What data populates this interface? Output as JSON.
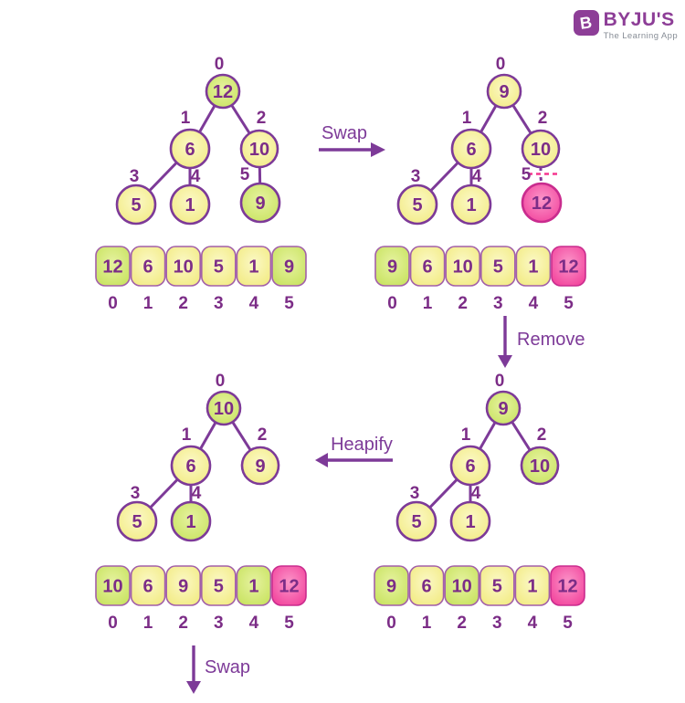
{
  "logo": {
    "icon_letter": "B",
    "brand": "BYJU'S",
    "tagline": "The Learning App"
  },
  "colors": {
    "line": "#7d3a98",
    "text": "#7c2d87",
    "node_border": "#7d3a98",
    "cell_border": "#a25fa9",
    "yellow_center": "#fbf8c6",
    "yellow_edge": "#f2eb82",
    "green_center": "#e6f2a0",
    "green_edge": "#c8e35f",
    "pink_center": "#fb96c9",
    "pink_edge": "#f2419b",
    "pink_border": "#c92c8e",
    "cut_dash": "#f5368f",
    "logo_purple": "#8d3e97",
    "logo_gray": "#878d96"
  },
  "steps": [
    {
      "name": "max-heap",
      "tree": {
        "nodes": [
          {
            "slot": 0,
            "value": "12",
            "color": "green",
            "index": "0"
          },
          {
            "slot": 1,
            "value": "6",
            "color": "yellow",
            "index": "1"
          },
          {
            "slot": 2,
            "value": "10",
            "color": "yellow",
            "index": "2"
          },
          {
            "slot": 3,
            "value": "5",
            "color": "yellow",
            "index": "3"
          },
          {
            "slot": 4,
            "value": "1",
            "color": "yellow",
            "index": "4"
          },
          {
            "slot": 5,
            "value": "9",
            "color": "green",
            "index": "5"
          }
        ],
        "edges": [
          {
            "from": 0,
            "to": 1,
            "style": "solid"
          },
          {
            "from": 0,
            "to": 2,
            "style": "solid"
          },
          {
            "from": 1,
            "to": 3,
            "style": "solid"
          },
          {
            "from": 1,
            "to": 4,
            "style": "solid"
          },
          {
            "from": 2,
            "to": 5,
            "style": "solid"
          }
        ]
      },
      "array": {
        "cells": [
          {
            "value": "12",
            "color": "green"
          },
          {
            "value": "6",
            "color": "yellow"
          },
          {
            "value": "10",
            "color": "yellow"
          },
          {
            "value": "5",
            "color": "yellow"
          },
          {
            "value": "1",
            "color": "yellow"
          },
          {
            "value": "9",
            "color": "green"
          }
        ],
        "indices": [
          "0",
          "1",
          "2",
          "3",
          "4",
          "5"
        ]
      }
    },
    {
      "name": "after-swap",
      "tree": {
        "nodes": [
          {
            "slot": 0,
            "value": "9",
            "color": "yellow",
            "index": "0"
          },
          {
            "slot": 1,
            "value": "6",
            "color": "yellow",
            "index": "1"
          },
          {
            "slot": 2,
            "value": "10",
            "color": "yellow",
            "index": "2"
          },
          {
            "slot": 3,
            "value": "5",
            "color": "yellow",
            "index": "3"
          },
          {
            "slot": 4,
            "value": "1",
            "color": "yellow",
            "index": "4"
          },
          {
            "slot": 5,
            "value": "12",
            "color": "pink",
            "index": "5"
          }
        ],
        "edges": [
          {
            "from": 0,
            "to": 1,
            "style": "solid"
          },
          {
            "from": 0,
            "to": 2,
            "style": "solid"
          },
          {
            "from": 1,
            "to": 3,
            "style": "solid"
          },
          {
            "from": 1,
            "to": 4,
            "style": "solid"
          },
          {
            "from": 2,
            "to": 5,
            "style": "cut"
          }
        ]
      },
      "array": {
        "cells": [
          {
            "value": "9",
            "color": "green"
          },
          {
            "value": "6",
            "color": "yellow"
          },
          {
            "value": "10",
            "color": "yellow"
          },
          {
            "value": "5",
            "color": "yellow"
          },
          {
            "value": "1",
            "color": "yellow"
          },
          {
            "value": "12",
            "color": "pink"
          }
        ],
        "indices": [
          "0",
          "1",
          "2",
          "3",
          "4",
          "5"
        ]
      }
    },
    {
      "name": "after-remove",
      "tree": {
        "nodes": [
          {
            "slot": 0,
            "value": "9",
            "color": "green",
            "index": "0"
          },
          {
            "slot": 1,
            "value": "6",
            "color": "yellow",
            "index": "1"
          },
          {
            "slot": 2,
            "value": "10",
            "color": "green",
            "index": "2"
          },
          {
            "slot": 3,
            "value": "5",
            "color": "yellow",
            "index": "3"
          },
          {
            "slot": 4,
            "value": "1",
            "color": "yellow",
            "index": "4"
          }
        ],
        "edges": [
          {
            "from": 0,
            "to": 1,
            "style": "solid"
          },
          {
            "from": 0,
            "to": 2,
            "style": "solid"
          },
          {
            "from": 1,
            "to": 3,
            "style": "solid"
          },
          {
            "from": 1,
            "to": 4,
            "style": "solid"
          }
        ]
      },
      "array": {
        "cells": [
          {
            "value": "9",
            "color": "green"
          },
          {
            "value": "6",
            "color": "yellow"
          },
          {
            "value": "10",
            "color": "green"
          },
          {
            "value": "5",
            "color": "yellow"
          },
          {
            "value": "1",
            "color": "yellow"
          },
          {
            "value": "12",
            "color": "pink"
          }
        ],
        "indices": [
          "0",
          "1",
          "2",
          "3",
          "4",
          "5"
        ]
      }
    },
    {
      "name": "after-heapify",
      "tree": {
        "nodes": [
          {
            "slot": 0,
            "value": "10",
            "color": "green",
            "index": "0"
          },
          {
            "slot": 1,
            "value": "6",
            "color": "yellow",
            "index": "1"
          },
          {
            "slot": 2,
            "value": "9",
            "color": "yellow",
            "index": "2"
          },
          {
            "slot": 3,
            "value": "5",
            "color": "yellow",
            "index": "3"
          },
          {
            "slot": 4,
            "value": "1",
            "color": "green",
            "index": "4"
          }
        ],
        "edges": [
          {
            "from": 0,
            "to": 1,
            "style": "solid"
          },
          {
            "from": 0,
            "to": 2,
            "style": "solid"
          },
          {
            "from": 1,
            "to": 3,
            "style": "solid"
          },
          {
            "from": 1,
            "to": 4,
            "style": "solid"
          }
        ]
      },
      "array": {
        "cells": [
          {
            "value": "10",
            "color": "green"
          },
          {
            "value": "6",
            "color": "yellow"
          },
          {
            "value": "9",
            "color": "yellow"
          },
          {
            "value": "5",
            "color": "yellow"
          },
          {
            "value": "1",
            "color": "green"
          },
          {
            "value": "12",
            "color": "pink"
          }
        ],
        "indices": [
          "0",
          "1",
          "2",
          "3",
          "4",
          "5"
        ]
      }
    }
  ],
  "arrows": [
    {
      "label": "Swap"
    },
    {
      "label": "Remove"
    },
    {
      "label": "Heapify"
    },
    {
      "label": "Swap"
    }
  ]
}
